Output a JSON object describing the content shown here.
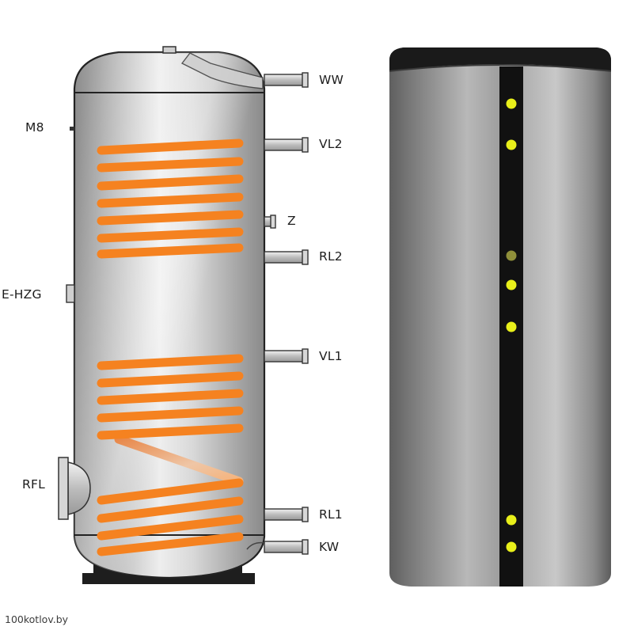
{
  "labels": {
    "ww": "WW",
    "vl2": "VL2",
    "z": "Z",
    "rl2": "RL2",
    "vl1": "VL1",
    "rl1": "RL1",
    "kw": "KW",
    "m8": "M8",
    "ehzg": "E-HZG",
    "rfl": "RFL"
  },
  "watermark": "100kotlov.by",
  "colors": {
    "coil": "#f58220",
    "tank_dark": "#8e8e8e",
    "tank_light": "#e6e6e6",
    "outline": "#222222",
    "stripe": "#111111",
    "dot": "#e8ef1a",
    "dot_dim": "#8f8f3a"
  }
}
